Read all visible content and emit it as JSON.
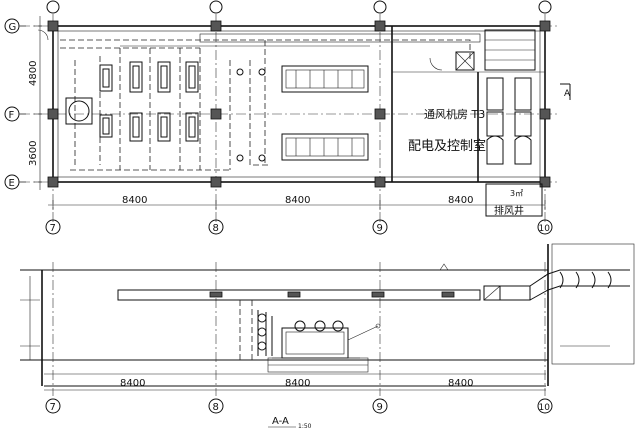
{
  "axes": {
    "rows": [
      {
        "label": "G"
      },
      {
        "label": "F"
      },
      {
        "label": "E"
      }
    ],
    "cols": [
      {
        "label": "7"
      },
      {
        "label": "8"
      },
      {
        "label": "9"
      },
      {
        "label": "10"
      }
    ]
  },
  "dims": {
    "row_spacing": [
      "4800",
      "3600"
    ],
    "plan_bays": [
      "8400",
      "8400",
      "8400"
    ],
    "section_bays": [
      "8400",
      "8400",
      "8400"
    ]
  },
  "labels": {
    "room_name": "配电及控制室",
    "fan_room": "通风机房 T3",
    "exhaust_shaft": "排风井",
    "shaft_size": "3㎡",
    "section_mark": "A-A",
    "section_scale": "1:50",
    "section_marker_letter": "A"
  }
}
